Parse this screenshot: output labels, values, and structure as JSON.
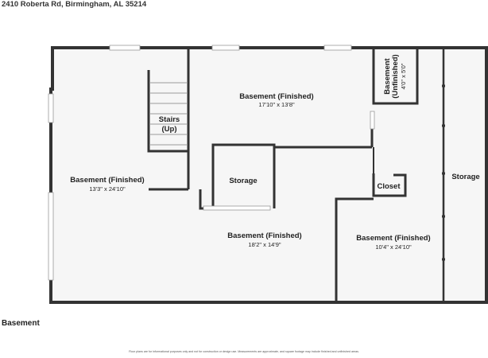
{
  "header": {
    "address": "2410 Roberta Rd, Birmingham, AL 35214"
  },
  "floor": {
    "label": "Basement"
  },
  "disclaimer": "Floor plans are for informational purposes only and not for construction or design use. Measurements are approximate, and square footage may include finished and unfinished areas.",
  "rooms": {
    "basement_top": {
      "name": "Basement (Finished)",
      "dims": "17'10\" x 13'8\""
    },
    "stairs": {
      "name_line1": "Stairs",
      "name_line2": "(Up)"
    },
    "basement_unfinished": {
      "name_line1": "Basement",
      "name_line2": "(Unfinished)",
      "dims": "4'0\" x 5'0\""
    },
    "basement_left": {
      "name": "Basement (Finished)",
      "dims": "13'3\" x 24'10\""
    },
    "storage_center": {
      "name": "Storage"
    },
    "closet": {
      "name": "Closet"
    },
    "storage_right": {
      "name": "Storage"
    },
    "basement_center": {
      "name": "Basement (Finished)",
      "dims": "18'2\" x 14'9\""
    },
    "basement_right": {
      "name": "Basement (Finished)",
      "dims": "10'4\" x 24'10\""
    }
  }
}
